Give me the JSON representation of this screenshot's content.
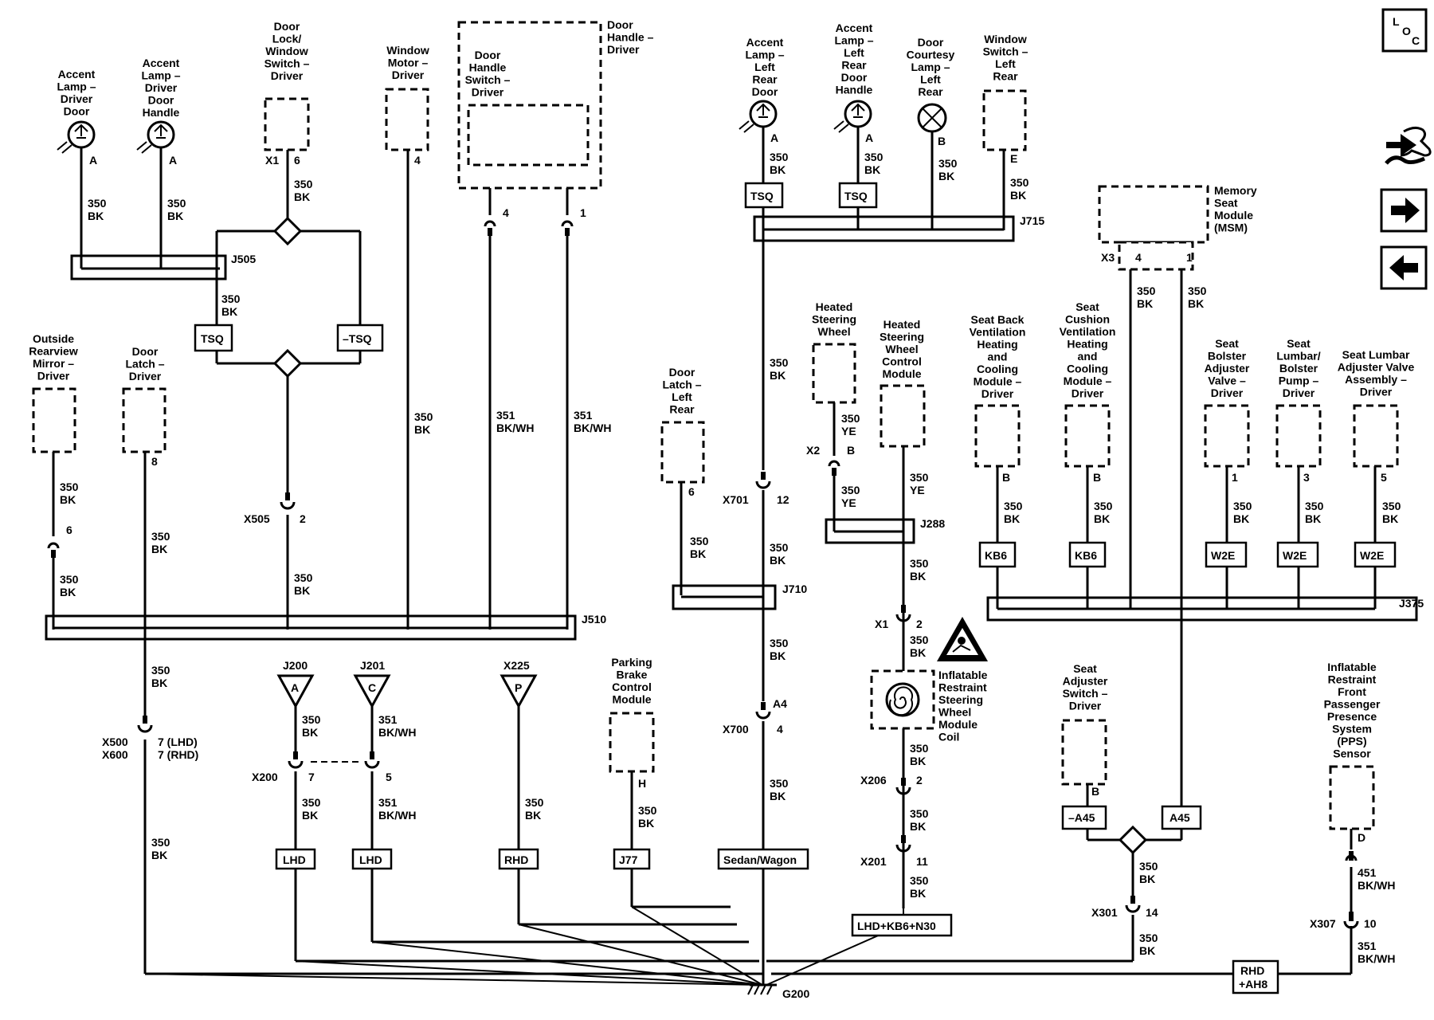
{
  "nav": {
    "loc_letters": [
      "L",
      "O",
      "C"
    ],
    "tools_icon": "wrench-hand-icon",
    "next_icon": "arrow-right-icon",
    "prev_icon": "arrow-left-icon"
  },
  "components": {
    "accent_driver_door": [
      "Accent",
      "Lamp –",
      "Driver",
      "Door"
    ],
    "accent_driver_handle": [
      "Accent",
      "Lamp –",
      "Driver",
      "Door",
      "Handle"
    ],
    "door_lock_switch": [
      "Door",
      "Lock/",
      "Window",
      "Switch –",
      "Driver"
    ],
    "window_motor": [
      "Window",
      "Motor –",
      "Driver"
    ],
    "door_handle_driver": [
      "Door",
      "Handle –",
      "Driver"
    ],
    "door_handle_switch": [
      "Door",
      "Handle",
      "Switch –",
      "Driver"
    ],
    "outside_mirror": [
      "Outside",
      "Rearview",
      "Mirror –",
      "Driver"
    ],
    "door_latch_driver": [
      "Door",
      "Latch –",
      "Driver"
    ],
    "accent_left_rear_door": [
      "Accent",
      "Lamp –",
      "Left",
      "Rear",
      "Door"
    ],
    "accent_left_rear_handle": [
      "Accent",
      "Lamp –",
      "Left",
      "Rear",
      "Door",
      "Handle"
    ],
    "courtesy_left_rear": [
      "Door",
      "Courtesy",
      "Lamp –",
      "Left",
      "Rear"
    ],
    "window_switch_left_rear": [
      "Window",
      "Switch –",
      "Left",
      "Rear"
    ],
    "door_latch_left_rear": [
      "Door",
      "Latch –",
      "Left",
      "Rear"
    ],
    "heated_wheel": [
      "Heated",
      "Steering",
      "Wheel"
    ],
    "heated_wheel_control": [
      "Heated",
      "Steering",
      "Wheel",
      "Control",
      "Module"
    ],
    "msm": [
      "Memory",
      "Seat",
      "Module",
      "(MSM)"
    ],
    "seat_back_vent": [
      "Seat Back",
      "Ventilation",
      "Heating",
      "and",
      "Cooling",
      "Module –",
      "Driver"
    ],
    "seat_cushion_vent": [
      "Seat",
      "Cushion",
      "Ventilation",
      "Heating",
      "and",
      "Cooling",
      "Module –",
      "Driver"
    ],
    "seat_bolster": [
      "Seat",
      "Bolster",
      "Adjuster",
      "Valve –",
      "Driver"
    ],
    "seat_lumbar_pump": [
      "Seat",
      "Lumbar/",
      "Bolster",
      "Pump –",
      "Driver"
    ],
    "seat_lumbar_valve": [
      "Seat Lumbar",
      "Adjuster Valve",
      "Assembly –",
      "Driver"
    ],
    "parking_brake": [
      "Parking",
      "Brake",
      "Control",
      "Module"
    ],
    "airbag_coil": [
      "Inflatable",
      "Restraint",
      "Steering",
      "Wheel",
      "Module",
      "Coil"
    ],
    "seat_adjuster_switch": [
      "Seat",
      "Adjuster",
      "Switch –",
      "Driver"
    ],
    "pps_sensor": [
      "Inflatable",
      "Restraint",
      "Front",
      "Passenger",
      "Presence",
      "System",
      "(PPS)",
      "Sensor"
    ]
  },
  "splices": {
    "j505": "J505",
    "j510": "J510",
    "j715": "J715",
    "j710": "J710",
    "j288": "J288",
    "j375": "J375"
  },
  "options": {
    "tsq1": "TSQ",
    "ntsq": "–TSQ",
    "tsq2": "TSQ",
    "tsq3": "TSQ",
    "kb6a": "KB6",
    "kb6b": "KB6",
    "w2e1": "W2E",
    "w2e2": "W2E",
    "w2e3": "W2E",
    "lhd1": "LHD",
    "lhd2": "LHD",
    "rhd": "RHD",
    "j77": "J77",
    "sedan": "Sedan/Wagon",
    "lhdkb6": "LHD+KB6+N30",
    "na45": "–A45",
    "a45": "A45",
    "rhd_ah8_1": "RHD",
    "rhd_ah8_2": "+AH8"
  },
  "grounds": {
    "j200_name": "J200",
    "j200_letter": "A",
    "j201_name": "J201",
    "j201_letter": "C",
    "x225_name": "X225",
    "x225_letter": "P",
    "g200": "G200"
  },
  "connectors": {
    "x1_door": "X1",
    "x505": "X505",
    "x500": "X500",
    "x600": "X600",
    "x200": "X200",
    "x701": "X701",
    "x700": "X700",
    "x2": "X2",
    "x1_coil": "X1",
    "x206": "X206",
    "x201": "X201",
    "x3": "X3",
    "x301": "X301",
    "x307": "X307",
    "lhd7": "7 (LHD)",
    "rhd7": "7 (RHD)",
    "a4": "A4"
  },
  "pins": {
    "A": "A",
    "B": "B",
    "D": "D",
    "E": "E",
    "H": "H",
    "p1": "1",
    "p2": "2",
    "p3": "3",
    "p4": "4",
    "p5": "5",
    "p6": "6",
    "p7": "7",
    "p8": "8",
    "p10": "10",
    "p11": "11",
    "p12": "12",
    "p14": "14"
  },
  "wires": {
    "n350": "350",
    "n351": "351",
    "n451": "451",
    "BK": "BK",
    "YE": "YE",
    "BKWH": "BK/WH"
  }
}
